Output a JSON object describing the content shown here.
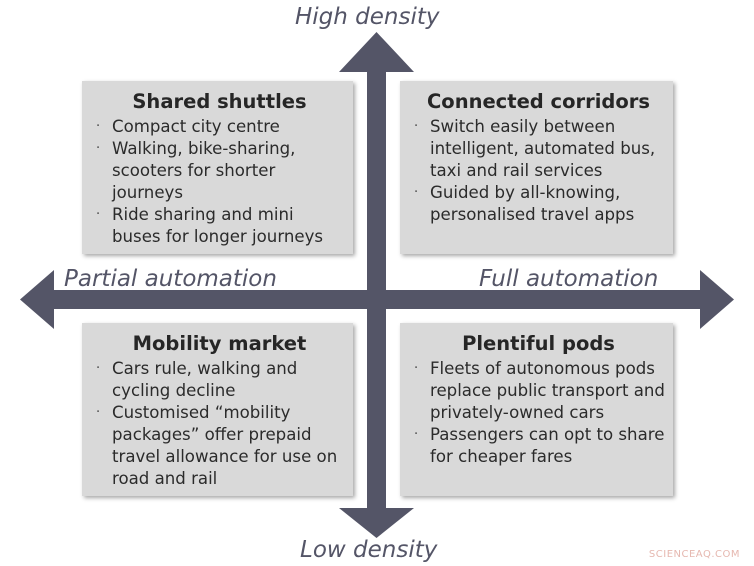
{
  "axes": {
    "top_label": "High density",
    "bottom_label": "Low density",
    "left_label": "Partial automation",
    "right_label": "Full automation",
    "arrow_color": "#545567"
  },
  "quadrants": {
    "top_left": {
      "title": "Shared shuttles",
      "items": [
        "Compact city centre",
        "Walking, bike-sharing, scooters for shorter journeys",
        "Ride sharing and mini buses for longer journeys"
      ]
    },
    "top_right": {
      "title": "Connected corridors",
      "items": [
        "Switch easily between intelligent, automated bus, taxi and rail services",
        "Guided by all-knowing, personalised travel apps"
      ]
    },
    "bottom_left": {
      "title": "Mobility market",
      "items": [
        "Cars rule, walking and cycling decline",
        "Customised “mobility packages” offer prepaid travel allowance for use on road and rail"
      ]
    },
    "bottom_right": {
      "title": "Plentiful pods",
      "items": [
        "Fleets of autonomous pods replace public transport and privately-owned cars",
        "Passengers can opt to share for cheaper fares"
      ]
    }
  },
  "bullet_char": "·",
  "watermark": "SCIENCEAQ.COM",
  "box_color": "#d9d9d9"
}
